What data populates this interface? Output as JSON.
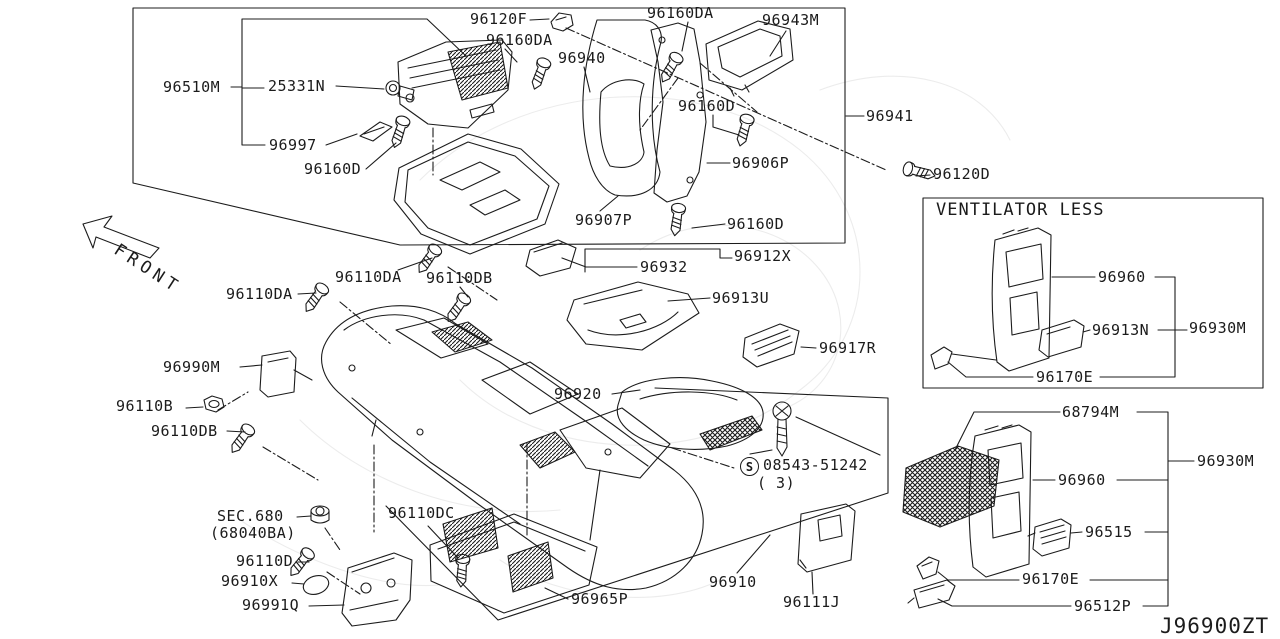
{
  "style": {
    "background": "#ffffff",
    "line_color": "#1c1c1c",
    "watermark_color": "#ececec"
  },
  "diagram": {
    "code": "J96900ZT",
    "front_label": "FRONT",
    "inset_title": "VENTILATOR LESS",
    "fastener": {
      "symbol": "S",
      "part_number": "08543-51242",
      "quantity": "( 3)"
    }
  },
  "callouts": [
    "96120F",
    "96160DA",
    "96940",
    "96160DA",
    "96943M",
    "96510M",
    "25331N",
    "96997",
    "96160D",
    "96160D",
    "96941",
    "96906P",
    "96120D",
    "96907P",
    "96160D",
    "96932",
    "96912X",
    "96913U",
    "96917R",
    "96110DA",
    "96110DA",
    "96110DB",
    "96990M",
    "96110B",
    "96110DB",
    "96920",
    "SEC.680",
    "(68040BA)",
    "96110D",
    "96910X",
    "96991Q",
    "96110DC",
    "96965P",
    "96910",
    "96111J",
    "96960",
    "96913N",
    "96930M",
    "96170E",
    "68794M",
    "96930M",
    "96960",
    "96515",
    "96170E",
    "96512P"
  ]
}
